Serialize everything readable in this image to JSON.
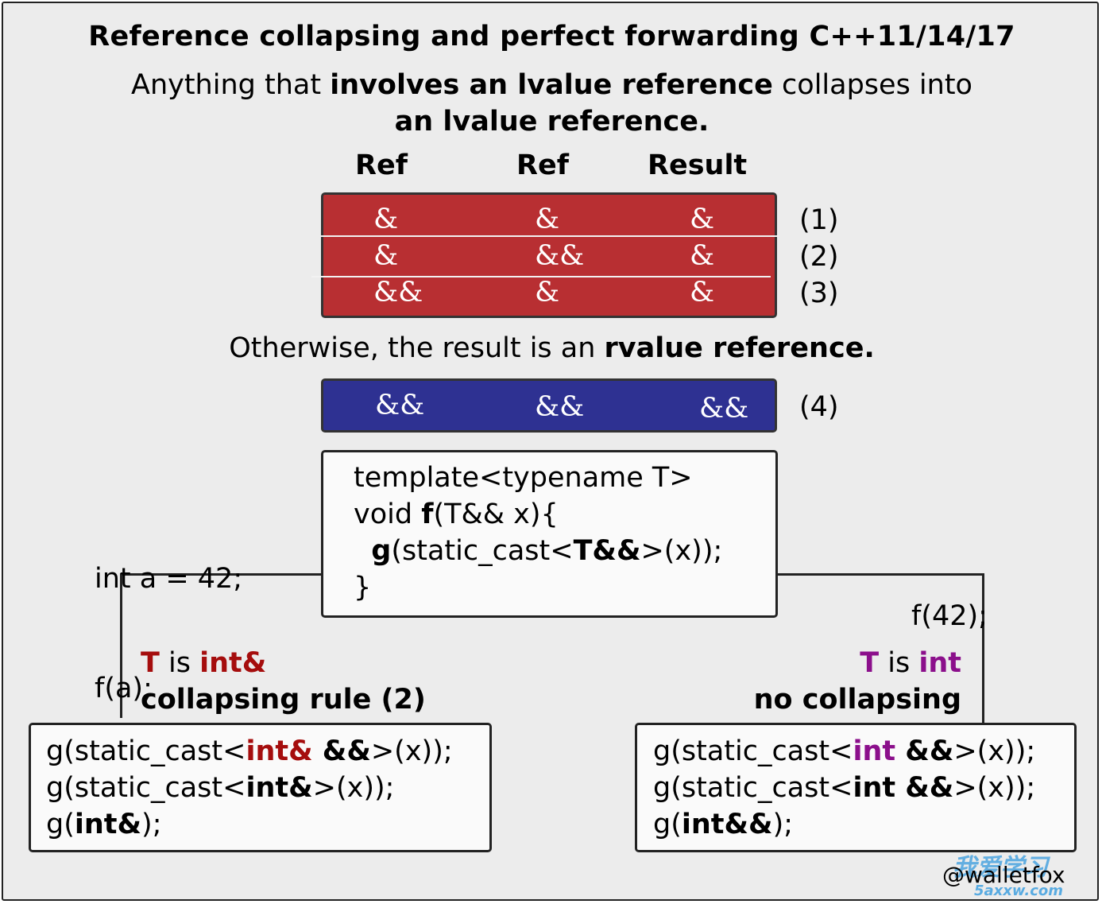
{
  "title": "Reference collapsing and perfect forwarding C++11/14/17",
  "subtitle": {
    "l1_a": "Anything that ",
    "l1_b": "involves an lvalue reference",
    "l1_c": " collapses into",
    "l2": "an lvalue reference."
  },
  "columns": [
    "Ref",
    "Ref",
    "Result"
  ],
  "lvalue_rows": [
    {
      "a": "&",
      "b": "&",
      "r": "&",
      "label": "(1)"
    },
    {
      "a": "&",
      "b": "&&",
      "r": "&",
      "label": "(2)"
    },
    {
      "a": "&&",
      "b": "&",
      "r": "&",
      "label": "(3)"
    }
  ],
  "otherwise": {
    "a": "Otherwise, the result is an ",
    "b": "rvalue reference."
  },
  "rvalue_row": {
    "a": "&&",
    "b": "&&",
    "r": "&&",
    "label": "(4)"
  },
  "template_code": {
    "l1": "template<typename T>",
    "l2_a": "void ",
    "l2_b": "f",
    "l2_c": "(T&& x){",
    "l3_a": "  ",
    "l3_b": "g",
    "l3_c": "(static_cast<",
    "l3_d": "T&&",
    "l3_e": ">(x));",
    "l4": "}"
  },
  "left_call": {
    "l1": "int a = 42;",
    "l2": "f(a);"
  },
  "right_call": {
    "l1": "f(42);"
  },
  "left_label": {
    "t": "T",
    "is": " is ",
    "type": "int&",
    "rule": "collapsing rule (2)"
  },
  "right_label": {
    "t": "T",
    "is": " is ",
    "type": "int",
    "rule": "no collapsing"
  },
  "left_code": {
    "l1_a": "g(static_cast<",
    "l1_b": "int&",
    "l1_c": " &&",
    "l1_d": ">(x));",
    "l2_a": "g(static_cast<",
    "l2_b": "int&",
    "l2_c": ">(x));",
    "l3_a": "g(",
    "l3_b": "int&",
    "l3_c": ");"
  },
  "right_code": {
    "l1_a": "g(static_cast<",
    "l1_b": "int",
    "l1_c": " &&",
    "l1_d": ">(x));",
    "l2_a": "g(static_cast<",
    "l2_b": "int &&",
    "l2_c": ">(x));",
    "l3_a": "g(",
    "l3_b": "int&&",
    "l3_c": ");"
  },
  "credit": "@walletfox",
  "watermark": {
    "cn": "我爱学习",
    "domain": "5axxw.com"
  },
  "colors": {
    "lvalue_table": "#b82f32",
    "rvalue_table": "#2e3192",
    "red_text": "#a50d0d",
    "purple_text": "#8b0f8b"
  }
}
